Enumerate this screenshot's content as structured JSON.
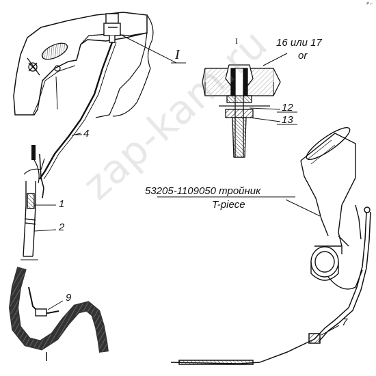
{
  "labels": {
    "part_1": "1",
    "part_2": "2",
    "part_4": "4",
    "part_7": "7",
    "part_9": "9",
    "part_12": "12",
    "part_13": "13",
    "view_main": "I",
    "view_detail": "I",
    "alt_ru": "16 или 17",
    "alt_en": "or",
    "tee_ru": "53205-1109050 тройник",
    "tee_en": "T-piece"
  },
  "watermark": "zap-kam.ru",
  "corner_mark": "≠ ⌐"
}
